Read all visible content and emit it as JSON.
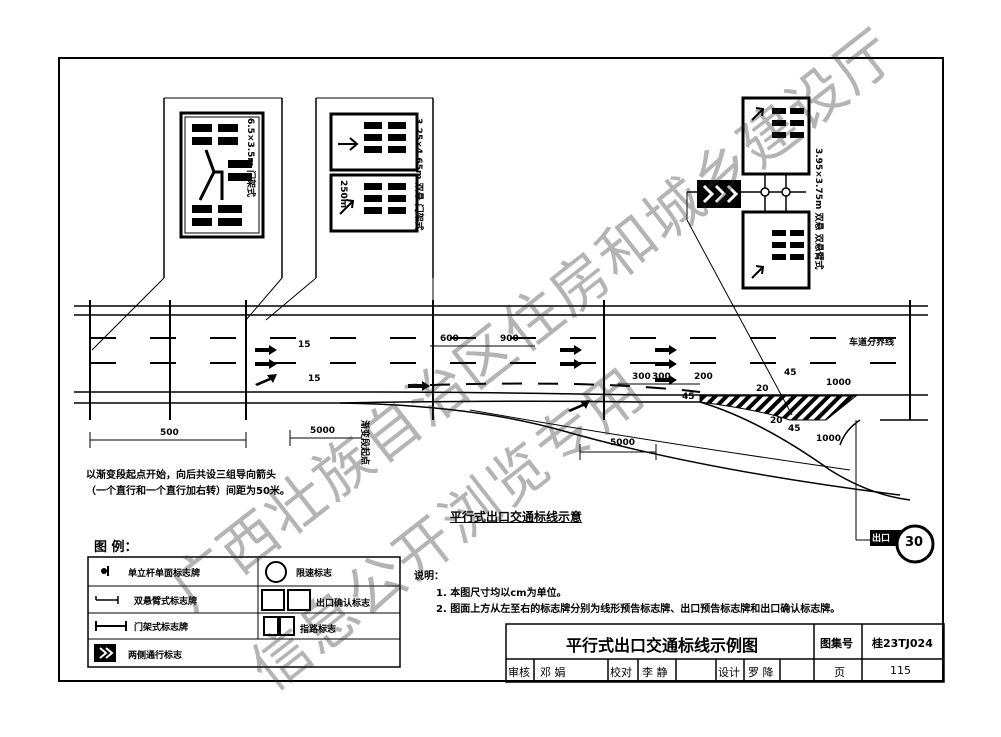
{
  "diagram_title": "平行式出口交通标线示意",
  "left_note": [
    "以渐变段起点开始，向后共设三组导向箭头",
    "（一个直行和一个直行加右转）间距为50米。"
  ],
  "lane_divider_label": "车道分界线",
  "sign_labels": {
    "gate_sign": "6.5×3.5m 门架式",
    "double_sign": "3.25×4.65m 双悬 门架式",
    "cantilever_sign": "3.95×3.75m 双悬 双悬臂式"
  },
  "sign_distance": "250m",
  "speed_value": "30",
  "exit_label": "出口",
  "dimensions": {
    "d500": "500",
    "d5000a": "5000",
    "d5000b": "5000",
    "d600": "600",
    "d900": "900",
    "d300a": "300",
    "d300b": "300",
    "d200": "200",
    "d15a": "15",
    "d15b": "15",
    "d45a": "45",
    "d45b": "45",
    "d45c": "45",
    "d20a": "20",
    "d20b": "20",
    "d1000a": "1000",
    "d1000b": "1000",
    "zone_label": "渐变段起点"
  },
  "legend": {
    "title": "图 例：",
    "items": [
      {
        "label": "单立杆单面标志牌"
      },
      {
        "label": "双悬臂式标志牌"
      },
      {
        "label": "门架式标志牌"
      },
      {
        "label": "两侧通行标志"
      },
      {
        "label": "限速标志"
      },
      {
        "label": "出口确认标志"
      },
      {
        "label": "指路标志"
      }
    ]
  },
  "notes": {
    "heading": "说明：",
    "lines": [
      "1. 本图尺寸均以cm为单位。",
      "2. 图面上方从左至右的标志牌分别为线形预告标志牌、出口预告标志牌和出口确认标志牌。"
    ]
  },
  "title_block": {
    "title": "平行式出口交通标线示例图",
    "atlas_label": "图集号",
    "atlas_no": "桂23TJ024",
    "review_label": "审核",
    "review_name": "邓 娟",
    "check_label": "校对",
    "check_name": "李 静",
    "design_label": "设计",
    "design_name": "罗 降",
    "page_label": "页",
    "page_no": "115"
  },
  "watermark": [
    "广西壮族自治区住房和城乡建设厅",
    "信息公开浏览专用"
  ]
}
